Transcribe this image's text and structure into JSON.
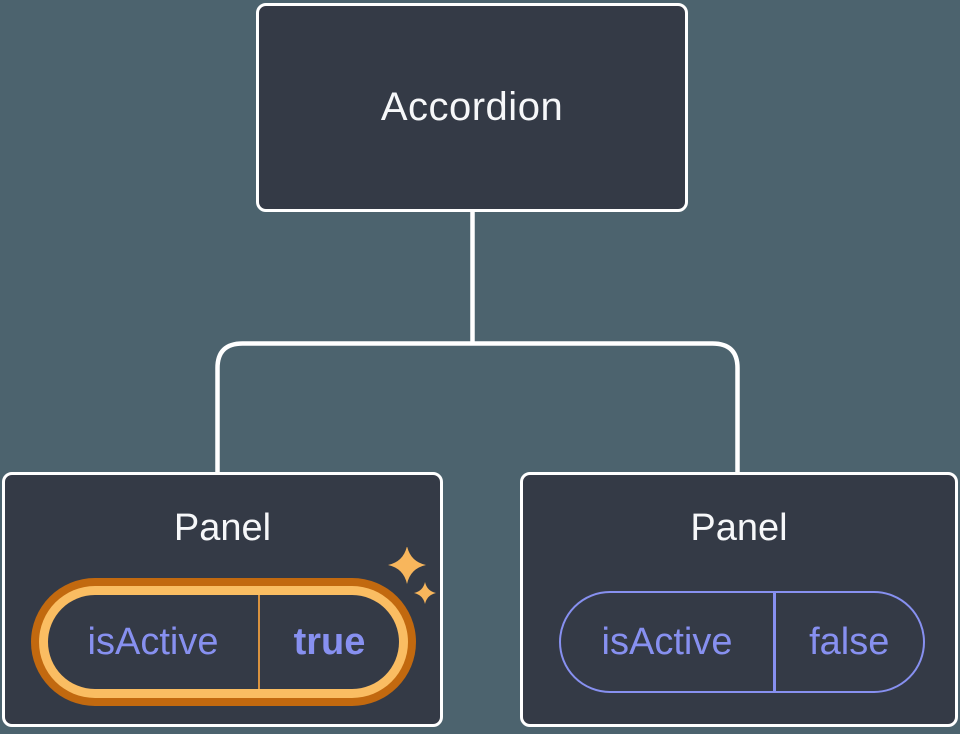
{
  "diagram": {
    "root": {
      "label": "Accordion"
    },
    "children": [
      {
        "title": "Panel",
        "state": {
          "name": "isActive",
          "value": "true"
        },
        "highlighted": true
      },
      {
        "title": "Panel",
        "state": {
          "name": "isActive",
          "value": "false"
        },
        "highlighted": false
      }
    ]
  },
  "icons": {
    "active_highlight": "sparkles-icon"
  },
  "colors": {
    "background": "#4c636e",
    "card_background": "#343a46",
    "card_border": "#ffffff",
    "connector_line": "#ffffff",
    "title_text": "#f6f7f9",
    "state_text": "#8790f0",
    "highlight_ring_outer": "#c2690f",
    "highlight_ring_inner": "#fabd62",
    "highlight_divider": "#d9923f",
    "sparkle": "#f8b65c"
  }
}
